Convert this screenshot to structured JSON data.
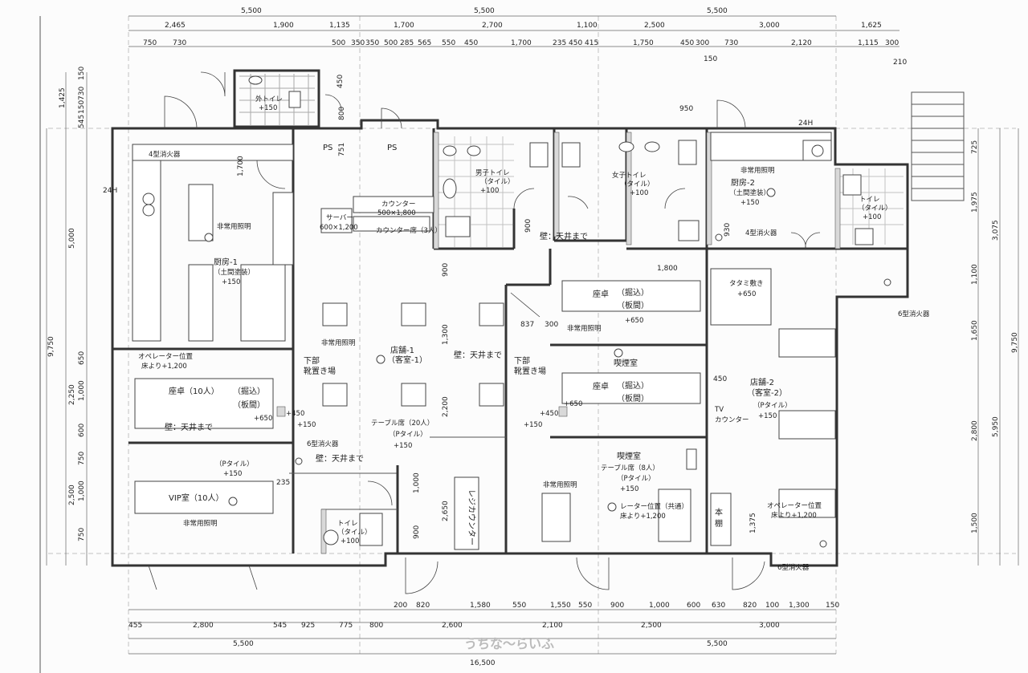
{
  "dims": {
    "top_major": [
      "5,500",
      "5,500",
      "5,500"
    ],
    "top_row2": [
      "2,465",
      "1,900",
      "1,135",
      "1,700",
      "2,700",
      "1,100",
      "2,500",
      "3,000",
      "1,625"
    ],
    "top_row3a": [
      "750",
      "730"
    ],
    "top_row3b": [
      "500",
      "350",
      "350",
      "500",
      "285",
      "565",
      "550",
      "450",
      "1,700",
      "235",
      "450",
      "415",
      "1,750",
      "450",
      "300",
      "730",
      "2,120",
      "1,115",
      "300"
    ],
    "top_misc": [
      "150",
      "210",
      "950"
    ],
    "bottom_row1": [
      "200",
      "820",
      "1,580",
      "550",
      "1,550",
      "550",
      "900",
      "1,000",
      "600",
      "630",
      "820",
      "100",
      "1,300",
      "150"
    ],
    "bottom_row2": [
      "455",
      "2,800",
      "545",
      "925",
      "775",
      "800",
      "2,600",
      "2,100",
      "2,500",
      "3,000"
    ],
    "bottom_major": [
      "5,500",
      "5,500"
    ],
    "bottom_total": "16,500",
    "left_outer": "9,750",
    "left_inner": [
      "5,000",
      "2,250",
      "2,500"
    ],
    "left_detail": [
      "150",
      "730",
      "150",
      "1,425",
      "545",
      "650",
      "1,000",
      "600",
      "750",
      "1,000",
      "750"
    ],
    "right_inner": [
      "725",
      "1,975",
      "3,075",
      "1,100",
      "1,650",
      "2,800",
      "5,950",
      "1,500"
    ],
    "right_outer": "9,750",
    "interior": [
      "1,700",
      "450",
      "800",
      "751",
      "900",
      "900",
      "1,300",
      "2,200",
      "2,650",
      "1,000",
      "900",
      "837",
      "300",
      "1,800",
      "930",
      "450",
      "1,375",
      "235",
      "24H",
      "24H"
    ]
  },
  "rooms": {
    "outdoor_toilet": "外トイレ",
    "outdoor_toilet_level": "+150",
    "kitchen1": "厨房-1",
    "kitchen1_finish": "（土間塗装）",
    "kitchen1_level": "+150",
    "mens_toilet": "男子トイレ",
    "mens_toilet_finish": "（タイル）",
    "mens_toilet_level": "+100",
    "womens_toilet": "女子トイレ",
    "womens_toilet_finish": "（タイル）",
    "womens_toilet_level": "+100",
    "kitchen2": "厨房-2",
    "kitchen2_finish": "（土間塗装）",
    "kitchen2_level": "+150",
    "toilet_r": "トイレ",
    "toilet_r_finish": "（タイル）",
    "toilet_r_level": "+100",
    "shop1": "店舗-1",
    "shop1_sub": "（客室-1）",
    "table20": "テーブル席（20人）",
    "table20_finish": "（Pタイル）",
    "table20_level": "+150",
    "zataku10": "座卓（10人）",
    "zataku10_dig": "（掘込）",
    "zataku10_floor": "（板間）",
    "zataku10_level": "+650",
    "vip": "VIP室（10人）",
    "vip_finish": "（Pタイル）",
    "vip_level": "+150",
    "zataku_a": "座卓",
    "zataku_a_dig": "（掘込）",
    "zataku_a_floor": "（板間）",
    "zataku_a_level": "+650",
    "zataku_b": "座卓",
    "zataku_b_dig": "（掘込）",
    "zataku_b_floor": "（板間）",
    "zataku_b_level": "+650",
    "smoking1": "喫煙室",
    "smoking2": "喫煙室",
    "table8": "テーブル席（8人）",
    "table8_finish": "（Pタイル）",
    "table8_level": "+150",
    "tatami": "タタミ敷き",
    "tatami_level": "+650",
    "shop2": "店舗-2",
    "shop2_sub": "（客室-2）",
    "shop2_finish": "（Pタイル）",
    "shop2_level": "+150",
    "toilet_s": "トイレ",
    "toilet_s_finish": "（タイル）",
    "toilet_s_level": "+100"
  },
  "labels": {
    "counter": "カウンター",
    "counter_size": "500×1,800",
    "server": "サーバー",
    "server_size": "600×1,200",
    "counter_seat": "カウンター席（3人）",
    "wall_ceiling": [
      "壁：天井まで",
      "壁：天井まで",
      "壁：天井まで",
      "壁：天井まで"
    ],
    "shoe1": [
      "下部",
      "靴置き場"
    ],
    "shoe2": [
      "下部",
      "靴置き場"
    ],
    "ps1": "PS",
    "ps2": "PS",
    "register": "レジカウンター",
    "tv": [
      "TV",
      "カウンター"
    ],
    "shelf": [
      "本",
      "棚"
    ],
    "elev": [
      "+450",
      "+150",
      "+450",
      "+150",
      "+650"
    ]
  },
  "equipment": {
    "emergency_light": [
      "非常用照明",
      "非常用照明",
      "非常用照明",
      "非常用照明",
      "非常用照明",
      "非常用照明"
    ],
    "extinguisher4": [
      "4型消火器",
      "4型消火器"
    ],
    "extinguisher6": [
      "6型消火器",
      "6型消火器",
      "6型消火器"
    ],
    "operator1": [
      "オペレーター位置",
      "床より+1,200"
    ],
    "operator2": [
      "レーター位置（共通）",
      "床より+1,200"
    ],
    "operator3": [
      "オペレーター位置",
      "床より+1,200"
    ]
  },
  "watermark": "うちな〜らいふ"
}
